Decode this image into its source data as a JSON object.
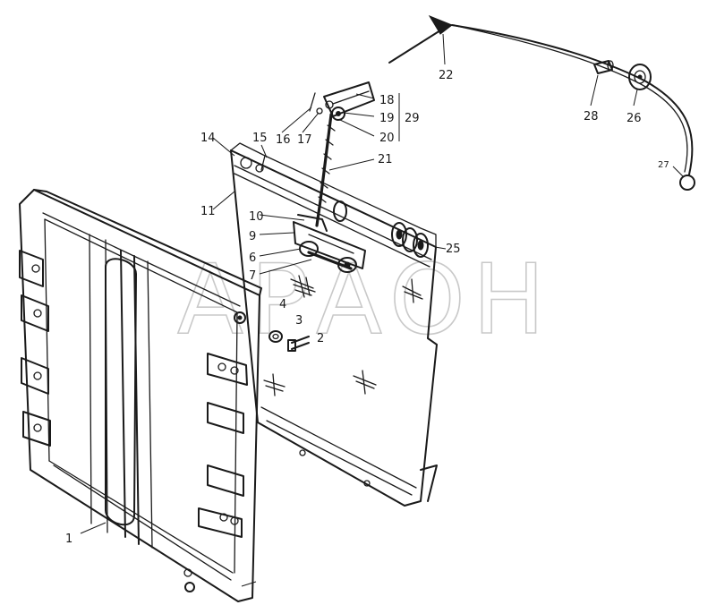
{
  "watermark": {
    "text": "АРАОН"
  },
  "callouts": [
    {
      "id": "c1",
      "label": "1"
    },
    {
      "id": "c2",
      "label": "2"
    },
    {
      "id": "c3",
      "label": "3"
    },
    {
      "id": "c4",
      "label": "4"
    },
    {
      "id": "c6",
      "label": "6"
    },
    {
      "id": "c7",
      "label": "7"
    },
    {
      "id": "c9",
      "label": "9"
    },
    {
      "id": "c10",
      "label": "10"
    },
    {
      "id": "c11",
      "label": "11"
    },
    {
      "id": "c14",
      "label": "14"
    },
    {
      "id": "c15",
      "label": "15"
    },
    {
      "id": "c16",
      "label": "16"
    },
    {
      "id": "c17",
      "label": "17"
    },
    {
      "id": "c18",
      "label": "18"
    },
    {
      "id": "c19",
      "label": "19"
    },
    {
      "id": "c20",
      "label": "20"
    },
    {
      "id": "c21",
      "label": "21"
    },
    {
      "id": "c22",
      "label": "22"
    },
    {
      "id": "c25",
      "label": "25"
    },
    {
      "id": "c26",
      "label": "26"
    },
    {
      "id": "c27",
      "label": "27"
    },
    {
      "id": "c28",
      "label": "28"
    },
    {
      "id": "c29",
      "label": "29"
    }
  ]
}
